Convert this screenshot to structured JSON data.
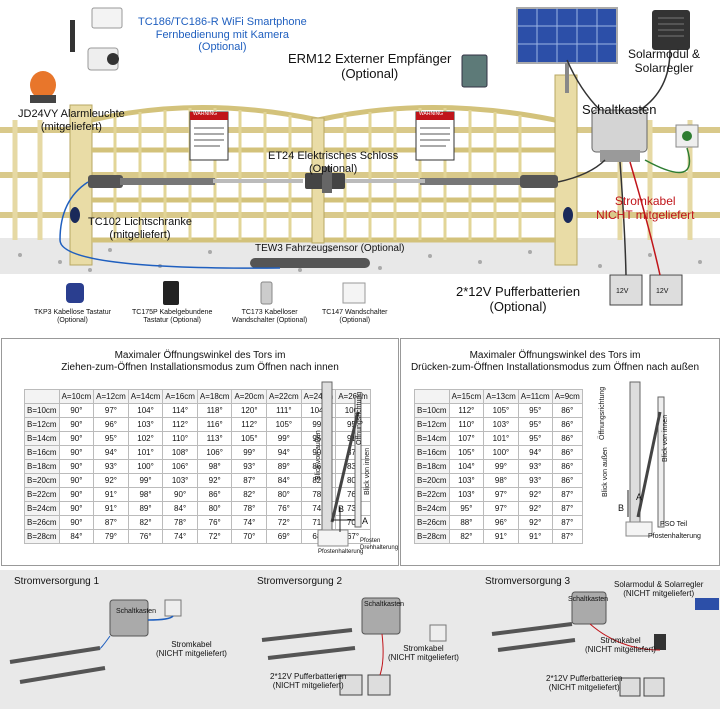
{
  "top": {
    "camera": {
      "title": "TC186/TC186-R WiFi Smartphone",
      "line2": "Fernbedienung mit Kamera",
      "line3": "(Optional)"
    },
    "receiver": {
      "title": "ERM12 Externer Empfänger",
      "sub": "(Optional)"
    },
    "solar": {
      "title": "Solarmodul &",
      "line2": "Solarregler"
    },
    "alarm": {
      "title": "JD24VY Alarmleuchte",
      "sub": "(mitgeliefert)"
    },
    "controlbox": "Schaltkasten",
    "lock": {
      "title": "ET24 Elektrisches Schloss",
      "sub": "(Optional)"
    },
    "power": {
      "title": "Stromkabel",
      "sub": "NICHT mitgeliefert"
    },
    "photocell": {
      "title": "TC102  Lichtschranke",
      "sub": "(mitgeliefert)"
    },
    "vehicle": "TEW3 Fahrzeugsensor (Optional)",
    "batteries": {
      "title": "2*12V Pufferbatterien",
      "sub": "(Optional)",
      "label": "12V"
    },
    "gate_sign": "WARNING",
    "accessories": [
      {
        "name": "TKP3 Kabellose Tastatur",
        "sub": "(Optional)"
      },
      {
        "name": "TC175P Kabelgebundene",
        "sub": "Tastatur (Optional)"
      },
      {
        "name": "TC173 Kabelloser",
        "sub": "Wandschalter (Optional)"
      },
      {
        "name": "TC147 Wandschalter",
        "sub": "(Optional)"
      }
    ]
  },
  "pull": {
    "title": "Maximaler Öffnungswinkel des Tors im",
    "title2": "Ziehen-zum-Öffnen Installationsmodus zum Öffnen nach innen",
    "cols": [
      "A=10cm",
      "A=12cm",
      "A=14cm",
      "A=16cm",
      "A=18cm",
      "A=20cm",
      "A=22cm",
      "A=24cm",
      "A=26cm"
    ],
    "rows": [
      {
        "b": "B=10cm",
        "v": [
          "90°",
          "97°",
          "104°",
          "114°",
          "118°",
          "120°",
          "111°",
          "104°",
          "100°"
        ]
      },
      {
        "b": "B=12cm",
        "v": [
          "90°",
          "96°",
          "103°",
          "112°",
          "116°",
          "112°",
          "105°",
          "99°",
          "95°"
        ]
      },
      {
        "b": "B=14cm",
        "v": [
          "90°",
          "95°",
          "102°",
          "110°",
          "113°",
          "105°",
          "99°",
          "95°",
          "91°"
        ]
      },
      {
        "b": "B=16cm",
        "v": [
          "90°",
          "94°",
          "101°",
          "108°",
          "106°",
          "99°",
          "94°",
          "90°",
          "87°"
        ]
      },
      {
        "b": "B=18cm",
        "v": [
          "90°",
          "93°",
          "100°",
          "106°",
          "98°",
          "93°",
          "89°",
          "86°",
          "83°"
        ]
      },
      {
        "b": "B=20cm",
        "v": [
          "90°",
          "92°",
          "99°",
          "103°",
          "92°",
          "87°",
          "84°",
          "82°",
          "80°"
        ]
      },
      {
        "b": "B=22cm",
        "v": [
          "90°",
          "91°",
          "98°",
          "90°",
          "86°",
          "82°",
          "80°",
          "78°",
          "76°"
        ]
      },
      {
        "b": "B=24cm",
        "v": [
          "90°",
          "91°",
          "89°",
          "84°",
          "80°",
          "78°",
          "76°",
          "74°",
          "73°"
        ]
      },
      {
        "b": "B=26cm",
        "v": [
          "90°",
          "87°",
          "82°",
          "78°",
          "76°",
          "74°",
          "72°",
          "71°",
          "70°"
        ]
      },
      {
        "b": "B=28cm",
        "v": [
          "84°",
          "79°",
          "76°",
          "74°",
          "72°",
          "70°",
          "69°",
          "68°",
          "67°"
        ]
      }
    ],
    "diagram": {
      "opening": "Öffnungsrichtung",
      "view_out": "Blick von außen",
      "view_in": "Blick von innen",
      "a": "A",
      "b": "B",
      "post": "Pfostenhalterung",
      "pivot": "Pfosten\nDrehhalterung"
    }
  },
  "push": {
    "title": "Maximaler Öffnungswinkel des Tors im",
    "title2": "Drücken-zum-Öffnen Installationsmodus zum Öffnen nach außen",
    "cols": [
      "A=15cm",
      "A=13cm",
      "A=11cm",
      "A=9cm"
    ],
    "rows": [
      {
        "b": "B=10cm",
        "v": [
          "112°",
          "105°",
          "95°",
          "86°"
        ]
      },
      {
        "b": "B=12cm",
        "v": [
          "110°",
          "103°",
          "95°",
          "86°"
        ]
      },
      {
        "b": "B=14cm",
        "v": [
          "107°",
          "101°",
          "95°",
          "86°"
        ]
      },
      {
        "b": "B=16cm",
        "v": [
          "105°",
          "100°",
          "94°",
          "86°"
        ]
      },
      {
        "b": "B=18cm",
        "v": [
          "104°",
          "99°",
          "93°",
          "86°"
        ]
      },
      {
        "b": "B=20cm",
        "v": [
          "103°",
          "98°",
          "93°",
          "86°"
        ]
      },
      {
        "b": "B=22cm",
        "v": [
          "103°",
          "97°",
          "92°",
          "87°"
        ]
      },
      {
        "b": "B=24cm",
        "v": [
          "95°",
          "97°",
          "92°",
          "87°"
        ]
      },
      {
        "b": "B=26cm",
        "v": [
          "88°",
          "96°",
          "92°",
          "87°"
        ]
      },
      {
        "b": "B=28cm",
        "v": [
          "82°",
          "91°",
          "91°",
          "87°"
        ]
      }
    ],
    "diagram": {
      "opening": "Öffnungsrichtung",
      "view_out": "Blick von außen",
      "view_in": "Blick von innen",
      "a": "A",
      "b": "B",
      "pso": "PSO Teil",
      "post": "Pfostenhalterung"
    }
  },
  "bottom": {
    "s1": {
      "title": "Stromversorgung 1",
      "box": "Schaltkasten",
      "cable": "Stromkabel",
      "cable_sub": "(NICHT mitgeliefert)"
    },
    "s2": {
      "title": "Stromversorgung 2",
      "box": "Schaltkasten",
      "cable": "Stromkabel",
      "cable_sub": "(NICHT mitgeliefert)",
      "batt": "2*12V Pufferbatterien",
      "batt_sub": "(NICHT mitgeliefert)"
    },
    "s3": {
      "title": "Stromversorgung 3",
      "box": "Schaltkasten",
      "solar": "Solarmodul & Solarregler",
      "solar_sub": "(NICHT mitgeliefert)",
      "cable": "Stromkabel",
      "cable_sub": "(NICHT mitgeliefert)",
      "batt": "2*12V Pufferbatterien",
      "batt_sub": "(NICHT mitgeliefert)"
    }
  }
}
